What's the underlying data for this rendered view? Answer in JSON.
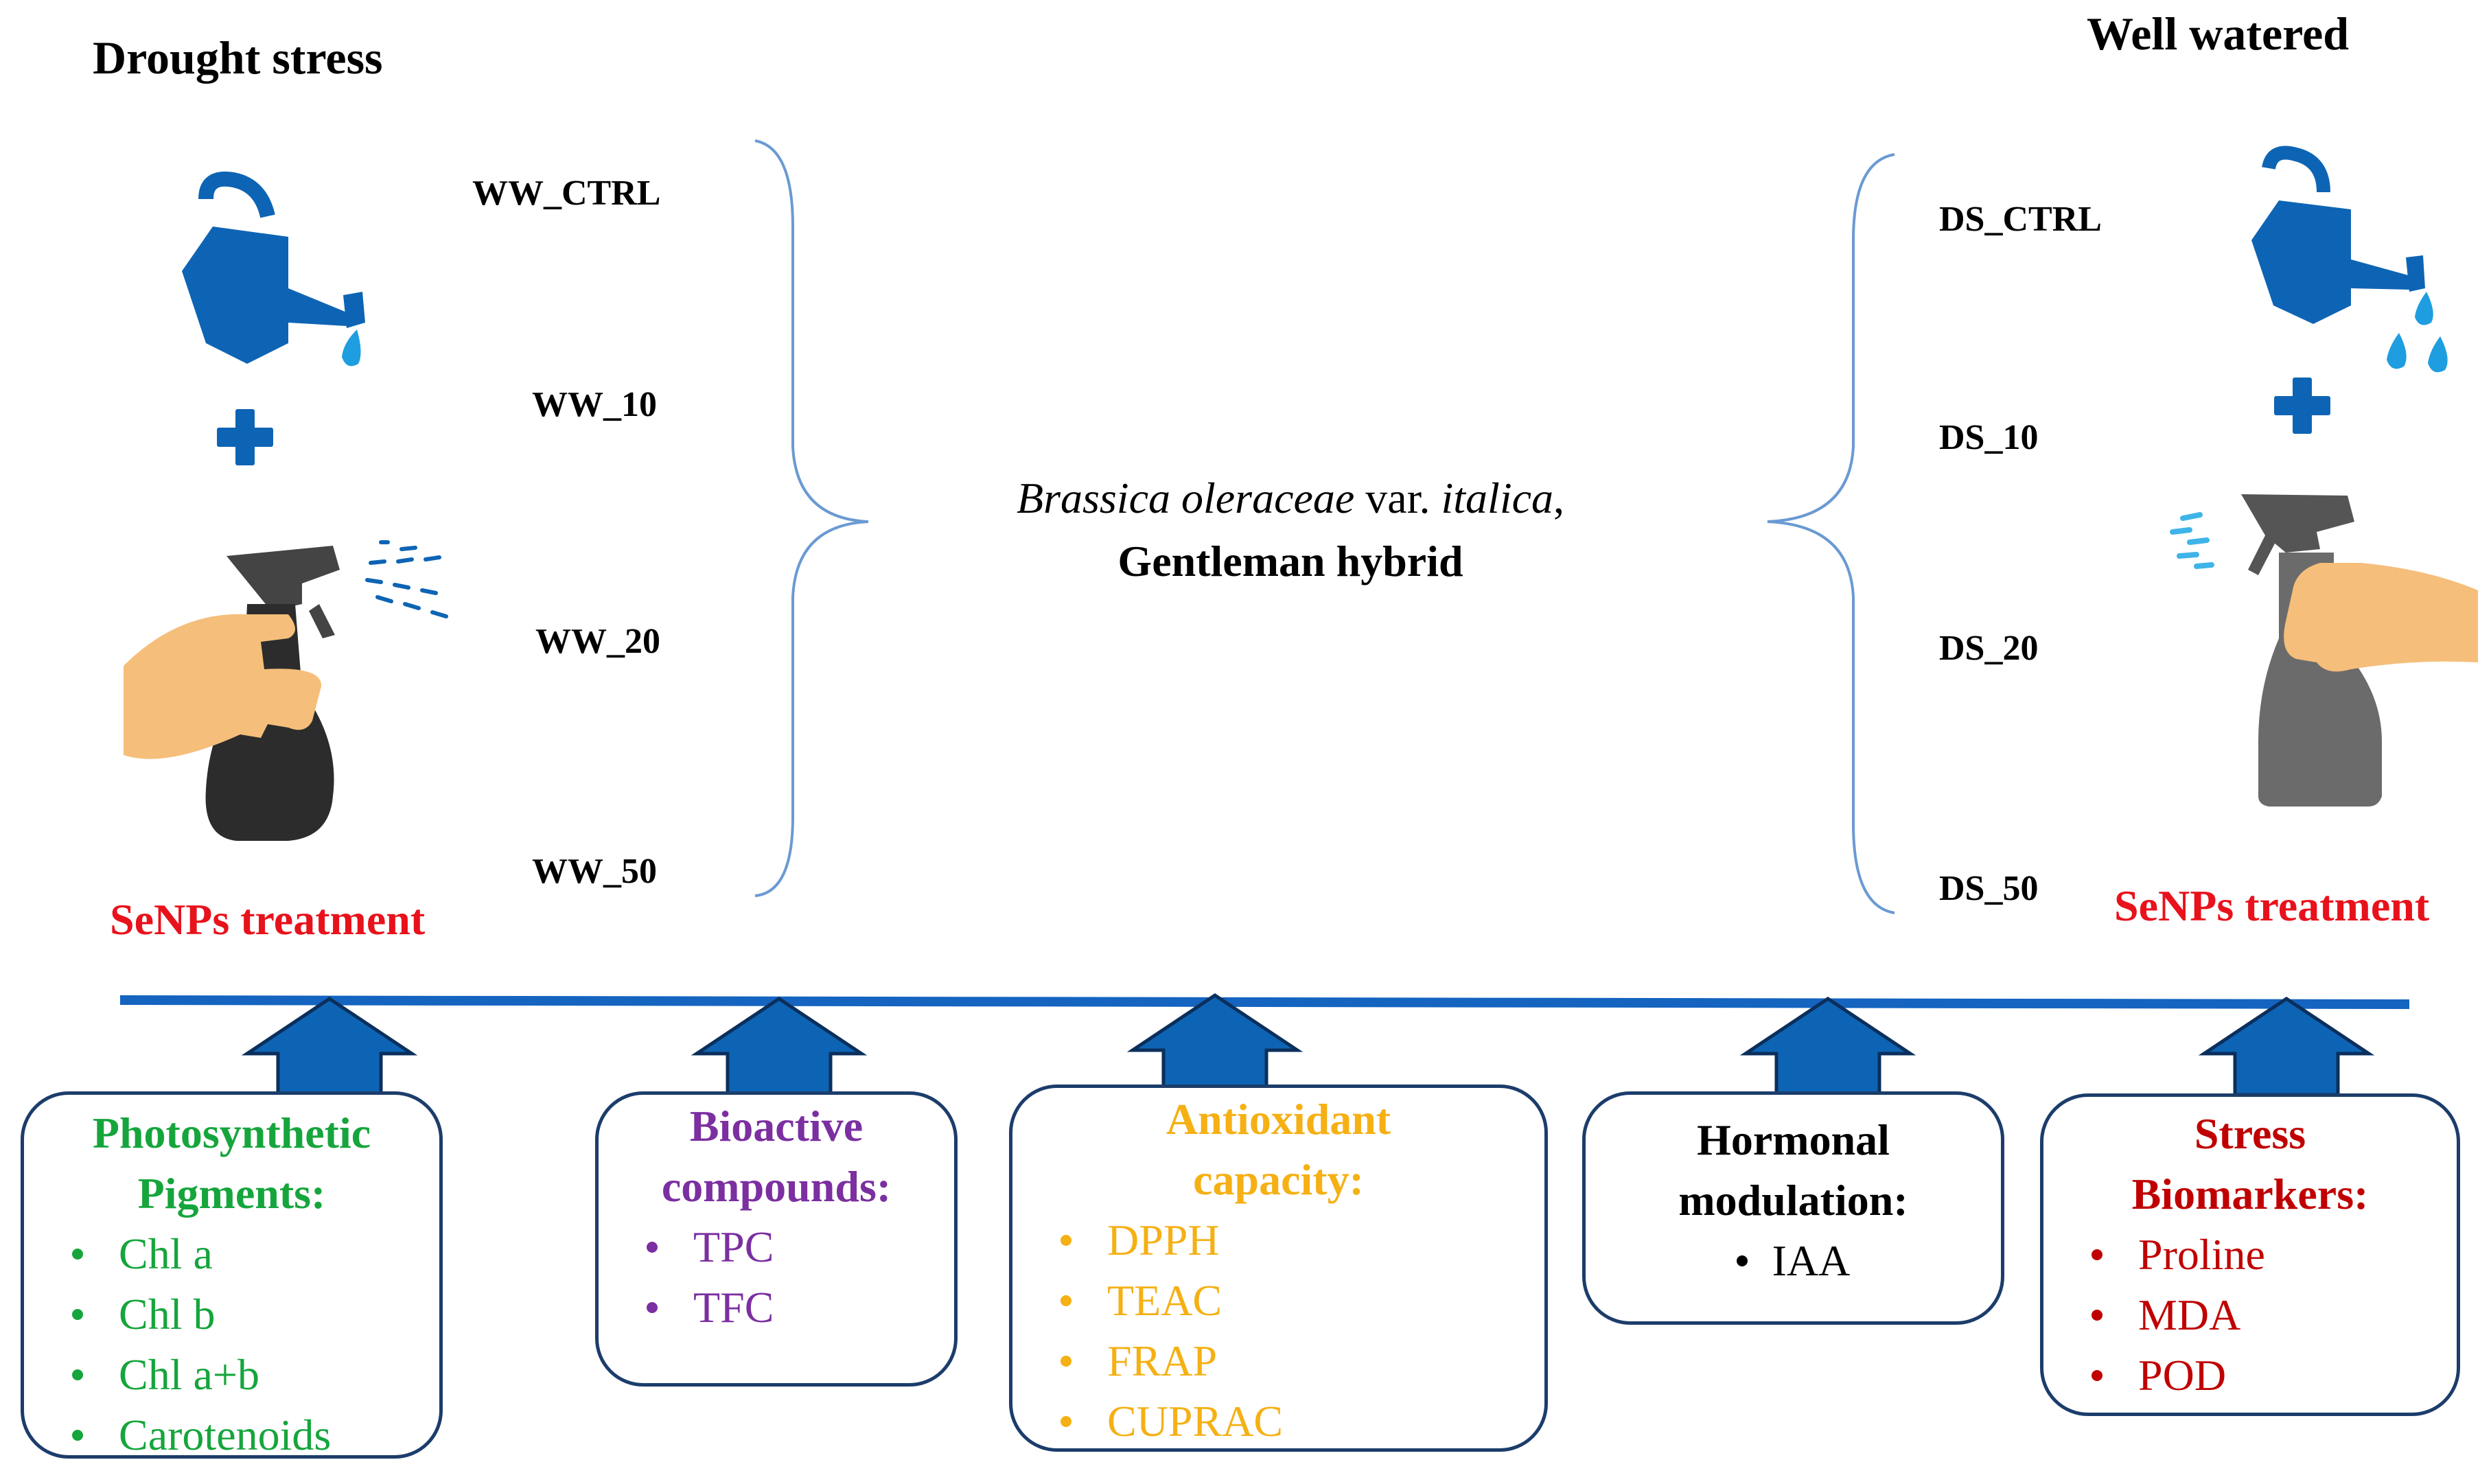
{
  "headings": {
    "left": "Drought stress",
    "right": "Well watered"
  },
  "left_groups": [
    "WW_CTRL",
    "WW_10",
    "WW_20",
    "WW_50"
  ],
  "right_groups": [
    "DS_CTRL",
    "DS_10",
    "DS_20",
    "DS_50"
  ],
  "species": {
    "genus_species": "Brassica oleraceae",
    "var_label": "var.",
    "variety": "italica",
    "comma": ",",
    "hybrid": "Gentleman hybrid"
  },
  "treatment_label": "SeNPs treatment",
  "icons": {
    "watering_can": "watering-can-icon",
    "plus": "plus-icon",
    "spray_bottle": "spray-bottle-icon",
    "arrow": "arrow-up-icon"
  },
  "colors": {
    "blue": "#0e64b4",
    "treatment_red": "#e8121c",
    "box_border": "#1c3d6b",
    "green": "#16a53c",
    "purple": "#7b2fa0",
    "orange": "#f5b014",
    "black": "#000000",
    "dark_red": "#c00000"
  },
  "boxes": {
    "photosynthetic": {
      "title_line1": "Photosynthetic",
      "title_line2": "Pigments:",
      "items": [
        "Chl a",
        "Chl b",
        "Chl a+b",
        "Carotenoids"
      ]
    },
    "bioactive": {
      "title_line1": "Bioactive",
      "title_line2": "compounds:",
      "items": [
        "TPC",
        "TFC"
      ]
    },
    "antioxidant": {
      "title_line1": "Antioxidant",
      "title_line2": "capacity:",
      "items": [
        "DPPH",
        "TEAC",
        "FRAP",
        "CUPRAC"
      ]
    },
    "hormonal": {
      "title_line1": "Hormonal",
      "title_line2": "modulation:",
      "items": [
        "IAA"
      ]
    },
    "stress": {
      "title_line1": "Stress",
      "title_line2": "Biomarkers:",
      "items": [
        "Proline",
        "MDA",
        "POD"
      ]
    }
  }
}
